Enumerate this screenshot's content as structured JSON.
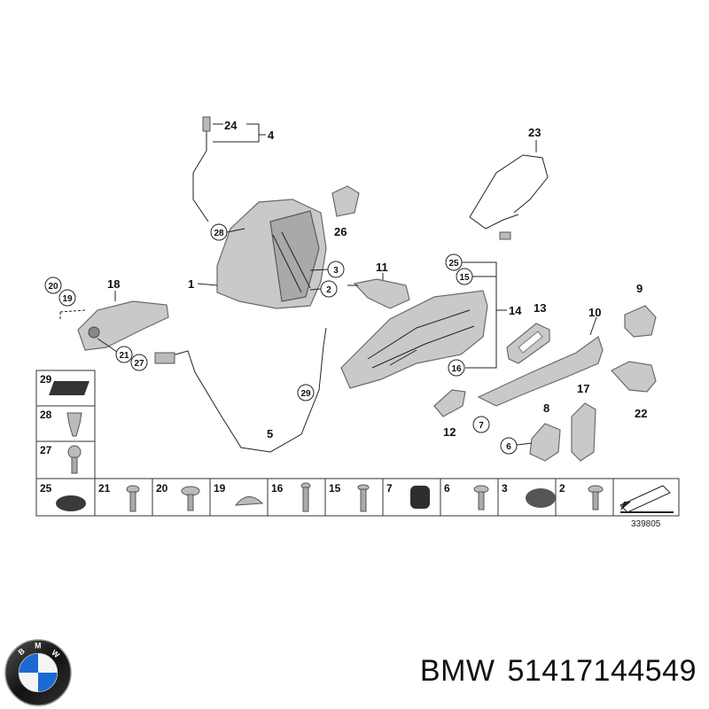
{
  "callouts": {
    "c1": "1",
    "c2": "2",
    "c3": "3",
    "c4": "4",
    "c5": "5",
    "c8": "8",
    "c9": "9",
    "c10": "10",
    "c11": "11",
    "c12": "12",
    "c13": "13",
    "c14": "14",
    "c17": "17",
    "c18": "18",
    "c22": "22",
    "c23": "23",
    "c24": "24",
    "c26": "26"
  },
  "circled": {
    "c2": "2",
    "c3": "3",
    "c6": "6",
    "c7": "7",
    "c15": "15",
    "c16": "16",
    "c19": "19",
    "c20": "20",
    "c21": "21",
    "c25": "25",
    "c27": "27",
    "c28": "28",
    "c29": "29"
  },
  "grid": {
    "side": [
      "29",
      "28",
      "27"
    ],
    "bottom": [
      "25",
      "21",
      "20",
      "19",
      "16",
      "15",
      "7",
      "6",
      "3",
      "2"
    ]
  },
  "ref_number": "339805",
  "footer": {
    "brand": "BMW",
    "part_number": "51417144549"
  }
}
